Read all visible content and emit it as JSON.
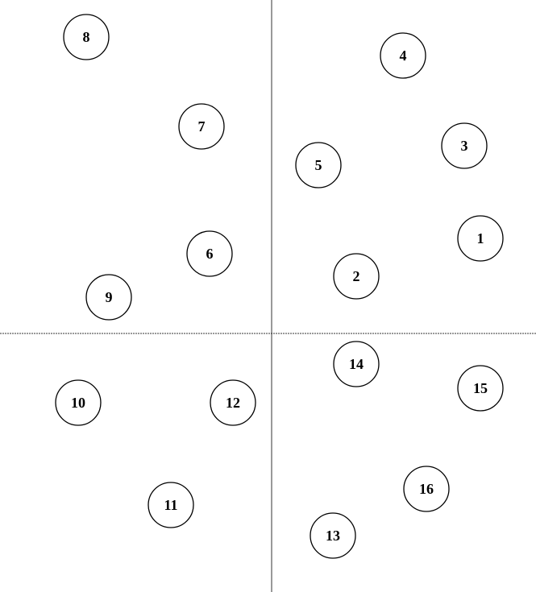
{
  "diagram": {
    "type": "quadrant-node-map",
    "colors": {
      "background": "#ffffff",
      "stroke": "#000000",
      "axis": "#333333"
    },
    "nodes": [
      {
        "id": "node-8",
        "label": "8"
      },
      {
        "id": "node-4",
        "label": "4"
      },
      {
        "id": "node-7",
        "label": "7"
      },
      {
        "id": "node-3",
        "label": "3"
      },
      {
        "id": "node-5",
        "label": "5"
      },
      {
        "id": "node-1",
        "label": "1"
      },
      {
        "id": "node-6",
        "label": "6"
      },
      {
        "id": "node-2",
        "label": "2"
      },
      {
        "id": "node-9",
        "label": "9"
      },
      {
        "id": "node-14",
        "label": "14"
      },
      {
        "id": "node-15",
        "label": "15"
      },
      {
        "id": "node-10",
        "label": "10"
      },
      {
        "id": "node-12",
        "label": "12"
      },
      {
        "id": "node-16",
        "label": "16"
      },
      {
        "id": "node-11",
        "label": "11"
      },
      {
        "id": "node-13",
        "label": "13"
      }
    ]
  }
}
